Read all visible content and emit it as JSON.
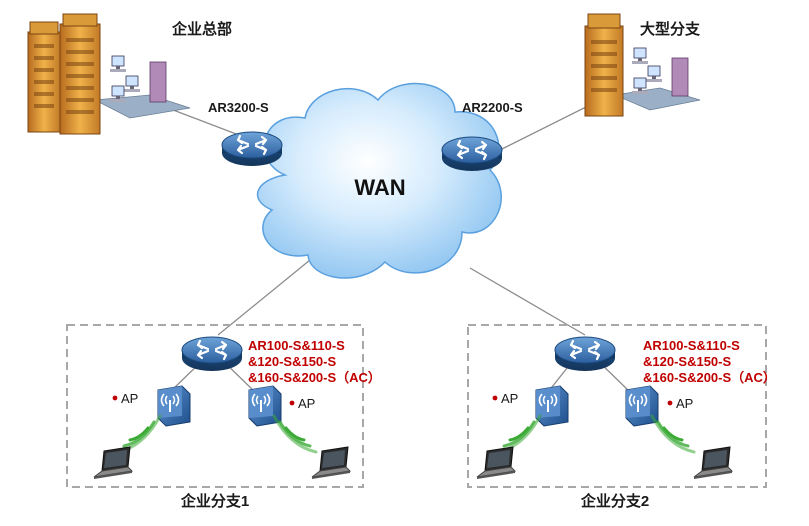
{
  "hq": {
    "title": "企业总部",
    "router": "AR3200-S"
  },
  "large_branch": {
    "title": "大型分支",
    "router": "AR2200-S"
  },
  "wan": {
    "label": "WAN"
  },
  "branch1": {
    "title": "企业分支1",
    "models": [
      "AR100-S&110-S",
      "&120-S&150-S",
      "&160-S&200-S（AC）"
    ],
    "ap_left": "AP",
    "ap_right": "AP"
  },
  "branch2": {
    "title": "企业分支2",
    "models": [
      "AR100-S&110-S",
      "&120-S&150-S",
      "&160-S&200-S（AC）"
    ],
    "ap_left": "AP",
    "ap_right": "AP"
  },
  "colors": {
    "model_text": "#c00000",
    "router": "#2f6aa8",
    "cloud": "#bfe0fb",
    "dash": "#a8a8a8",
    "signal": "#3aaa35"
  }
}
